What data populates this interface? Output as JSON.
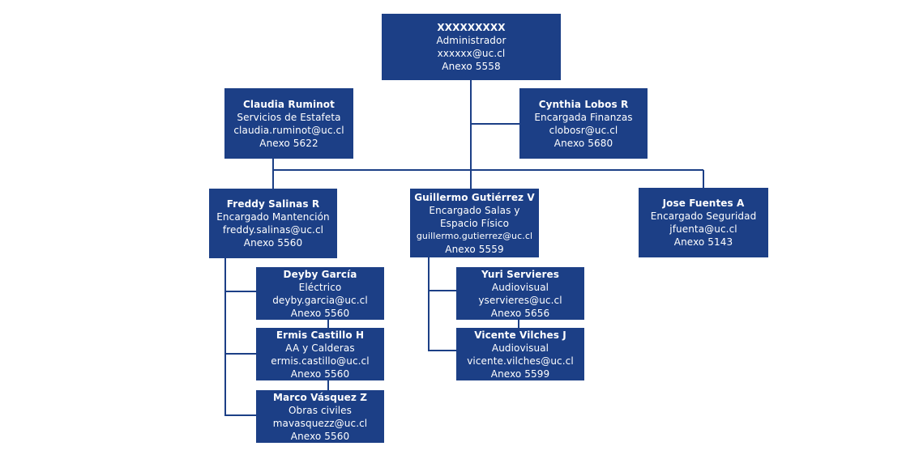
{
  "colors": {
    "box_fill": "#1c3f86",
    "text": "#ffffff",
    "connector": "#1c3f86",
    "background": "#ffffff"
  },
  "nodes": [
    {
      "id": "admin",
      "name": "XXXXXXXXX",
      "role": "Administrador",
      "email": "xxxxxx@uc.cl",
      "anexo": "Anexo 5558"
    },
    {
      "id": "ruminot",
      "name": "Claudia Ruminot",
      "role": "Servicios de Estafeta",
      "email": "claudia.ruminot@uc.cl",
      "anexo": "Anexo 5622"
    },
    {
      "id": "lobos",
      "name": "Cynthia Lobos R",
      "role": "Encargada Finanzas",
      "email": "clobosr@uc.cl",
      "anexo": "Anexo 5680"
    },
    {
      "id": "salinas",
      "name": "Freddy Salinas R",
      "role": "Encargado Mantención",
      "email": "freddy.salinas@uc.cl",
      "anexo": "Anexo 5560"
    },
    {
      "id": "gutierrez",
      "name": "Guillermo Gutiérrez V",
      "role": "Encargado Salas y",
      "role2": "Espacio Físico",
      "email": "guillermo.gutierrez@uc.cl",
      "anexo": "Anexo 5559"
    },
    {
      "id": "fuentes",
      "name": "Jose Fuentes A",
      "role": "Encargado Seguridad",
      "email": "jfuenta@uc.cl",
      "anexo": "Anexo 5143"
    },
    {
      "id": "garcia",
      "name": "Deyby García",
      "role": "Eléctrico",
      "email": "deyby.garcia@uc.cl",
      "anexo": "Anexo 5560"
    },
    {
      "id": "castillo",
      "name": "Ermis Castillo H",
      "role": "AA y Calderas",
      "email": "ermis.castillo@uc.cl",
      "anexo": "Anexo 5560"
    },
    {
      "id": "vasquez",
      "name": "Marco Vásquez Z",
      "role": "Obras civiles",
      "email": "mavasquezz@uc.cl",
      "anexo": "Anexo 5560"
    },
    {
      "id": "servieres",
      "name": "Yuri Servieres",
      "role": "Audiovisual",
      "email": "yservieres@uc.cl",
      "anexo": "Anexo 5656"
    },
    {
      "id": "vilches",
      "name": "Vicente Vilches J",
      "role": "Audiovisual",
      "email": "vicente.vilches@uc.cl",
      "anexo": "Anexo 5599"
    }
  ]
}
